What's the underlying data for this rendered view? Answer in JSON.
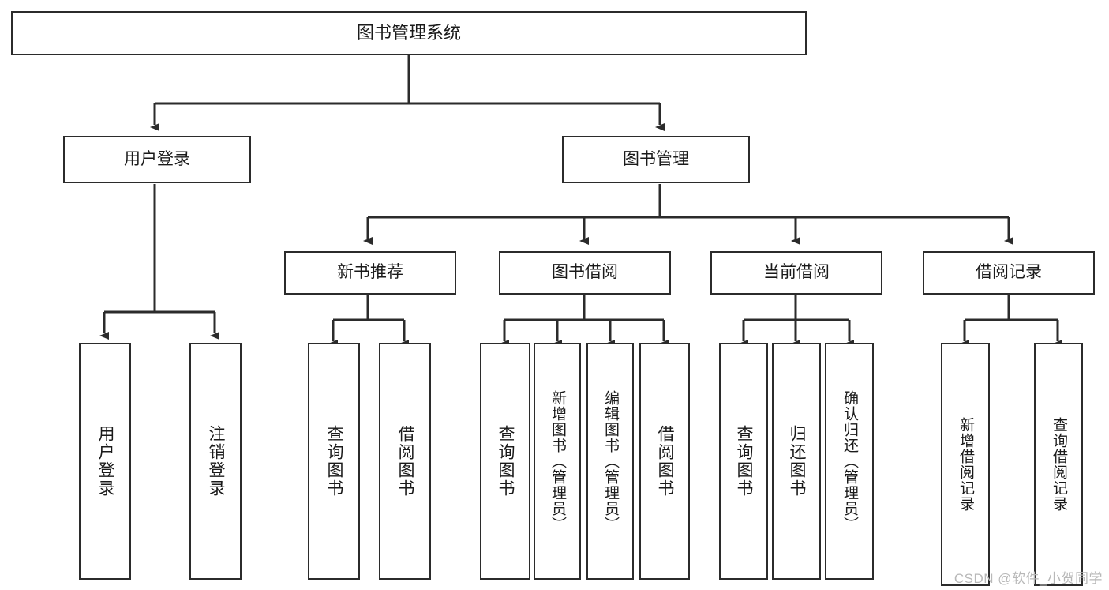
{
  "diagram": {
    "title": "图书管理系统",
    "type": "tree",
    "colors": {
      "stroke": "#2b2b2b",
      "fill": "#ffffff",
      "text": "#1a1a1a",
      "watermark": "#b8b8b8"
    },
    "nodes": {
      "root": {
        "label": "图书管理系统"
      },
      "level2": [
        {
          "label": "用户登录"
        },
        {
          "label": "图书管理"
        }
      ],
      "level3": [
        {
          "label": "新书推荐"
        },
        {
          "label": "图书借阅"
        },
        {
          "label": "当前借阅"
        },
        {
          "label": "借阅记录"
        }
      ],
      "leaves_user_login": [
        {
          "label": "用户登录"
        },
        {
          "label": "注销登录"
        }
      ],
      "leaves_new_books": [
        {
          "label": "查询图书"
        },
        {
          "label": "借阅图书"
        }
      ],
      "leaves_book_borrow": [
        {
          "label": "查询图书"
        },
        {
          "label": "新增图书（管理员）"
        },
        {
          "label": "编辑图书（管理员）"
        },
        {
          "label": "借阅图书"
        }
      ],
      "leaves_current_borrow": [
        {
          "label": "查询图书"
        },
        {
          "label": "归还图书"
        },
        {
          "label": "确认归还（管理员）"
        }
      ],
      "leaves_borrow_records": [
        {
          "label": "新增借阅记录"
        },
        {
          "label": "查询借阅记录"
        }
      ]
    },
    "watermark": "CSDN @软件_小贺同学"
  }
}
